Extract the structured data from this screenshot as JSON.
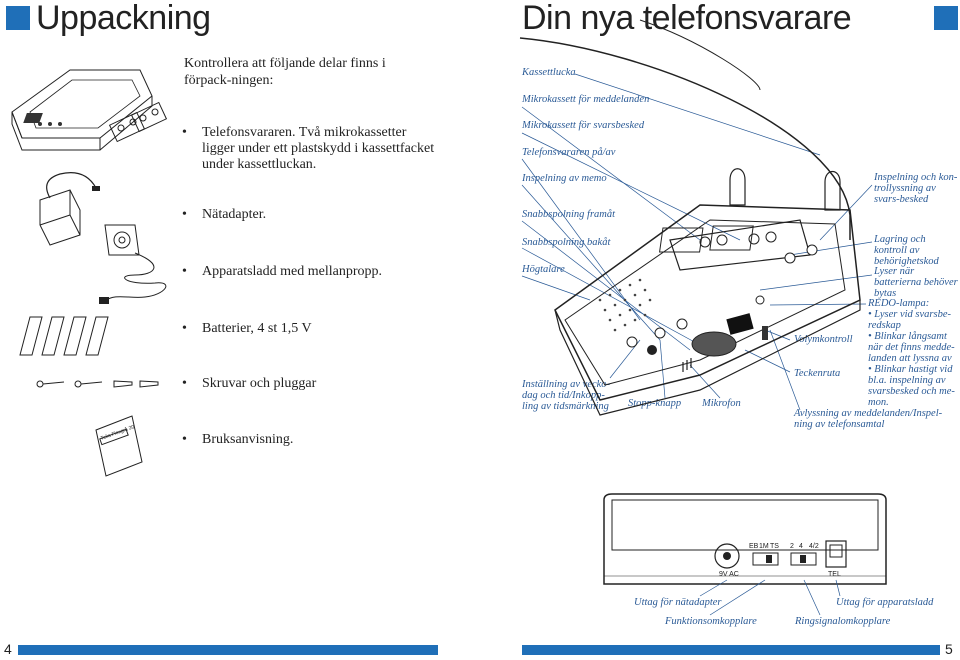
{
  "left_page": {
    "title": "Uppackning",
    "intro": "Kontrollera att följande delar finns i förpack-ningen:",
    "items": [
      "Telefonsvararen. Två mikrokassetter ligger under ett plastskydd i kassettfacket under kassettluckan.",
      "Nätadapter.",
      "Apparatsladd med mellanpropp.",
      "Batterier, 4 st 1,5 V",
      "Skruvar och pluggar",
      "Bruksanvisning."
    ],
    "manual_cover_text": "Telia Flexgrå 20",
    "page_number": "4"
  },
  "right_page": {
    "title": "Din nya telefonsvarare",
    "labels_left": [
      "Kassettlucka",
      "Mikrokassett för meddelanden",
      "Mikrokassett för svarsbesked",
      "Telefonsvararen på/av",
      "Inspelning av memo",
      "Snabbspolning framåt",
      "Snabbspolning bakåt",
      "Högtalare"
    ],
    "label_bottom_left": "Inställning av vecko-dag och tid/Inkopp-ling av tidsmärkning",
    "label_stop": "Stopp-knapp",
    "label_mic": "Mikrofon",
    "labels_right": [
      "Inspelning och kon-trollyssning av svars-besked",
      "Lagring och kontroll av behörighetskod",
      "Lyser när batterierna behöver bytas"
    ],
    "redo_title": "REDO-lampa:",
    "redo_items": [
      "• Lyser vid svarsbe-redskap",
      "• Blinkar långsamt när det finns medde-landen att lyssna av",
      "• Blinkar hastigt vid bl.a. inspelning av svarsbesked och me-mon."
    ],
    "label_volume": "Volymkontroll",
    "label_display": "Teckenruta",
    "label_playback": "Avlyssning av meddelanden/Inspel-ning av telefonsamtal",
    "back_panel": {
      "switch1_labels": [
        "EB",
        "1M",
        "TS"
      ],
      "switch2_labels": [
        "2",
        "4",
        "4/2"
      ],
      "power_label": "9V AC",
      "tel_label": "TEL"
    },
    "labels_back": {
      "power_outlet": "Uttag för nätadapter",
      "tel_outlet": "Uttag för apparatsladd",
      "function_switch": "Funktionsomkopplare",
      "ring_switch": "Ringsignalomkopplare"
    },
    "page_number": "5"
  },
  "colors": {
    "accent": "#1f6fb8",
    "label": "#2a5a96",
    "ink": "#222222"
  }
}
